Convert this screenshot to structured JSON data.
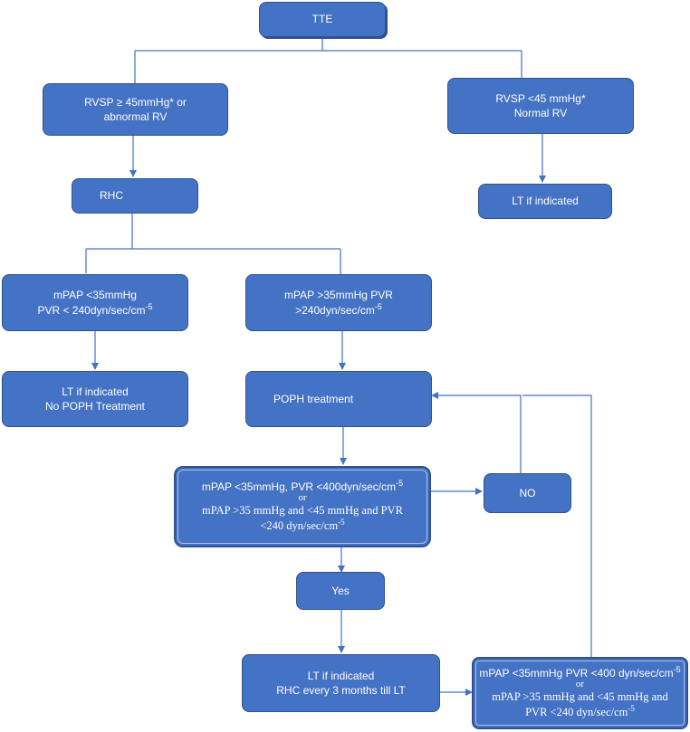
{
  "nodes": {
    "tte": {
      "lines": [
        {
          "text": "TTE"
        }
      ]
    },
    "rvsp_high": {
      "lines": [
        {
          "text": "RVSP ≥ 45mmHg* or"
        },
        {
          "text": "abnormal RV"
        }
      ]
    },
    "rvsp_low": {
      "lines": [
        {
          "text": "RVSP <45 mmHg*"
        },
        {
          "text": "Normal RV"
        }
      ]
    },
    "lt_indicated_1": {
      "lines": [
        {
          "text": "LT if indicated"
        }
      ]
    },
    "rhc": {
      "lines": [
        {
          "text": "RHC"
        }
      ]
    },
    "mpap_low": {
      "lines": [
        {
          "text": "mPAP <35mmHg"
        },
        {
          "text": "PVR < 240dyn/sec/cm",
          "sup": "-5"
        }
      ]
    },
    "mpap_high": {
      "lines": [
        {
          "text": "mPAP >35mmHg PVR"
        },
        {
          "text": ">240dyn/sec/cm",
          "sup": "-5"
        }
      ]
    },
    "lt_no_poph": {
      "lines": [
        {
          "text": "LT if indicated"
        },
        {
          "text": "No POPH Treatment"
        }
      ]
    },
    "poph_treatment": {
      "lines": [
        {
          "text": "POPH treatment"
        }
      ]
    },
    "criteria_1": {
      "lines": [
        {
          "text": "mPAP <35mmHg, PVR <400dyn/sec/cm",
          "sup": "-5"
        },
        {
          "text": "or",
          "kind": "or"
        },
        {
          "text": "mPAP >35 mmHg and <45 mmHg and PVR",
          "kind": "alt"
        },
        {
          "text": "<240 dyn/sec/cm",
          "sup": "-5",
          "kind": "alt"
        }
      ]
    },
    "no": {
      "lines": [
        {
          "text": "NO"
        }
      ]
    },
    "yes": {
      "lines": [
        {
          "text": "Yes"
        }
      ]
    },
    "lt_rhc_monitor": {
      "lines": [
        {
          "text": "LT if indicated"
        },
        {
          "text": "RHC every 3 months till LT"
        }
      ]
    },
    "criteria_2": {
      "lines": [
        {
          "text": "mPAP <35mmHg PVR <400 dyn/sec/cm",
          "sup": "-5"
        },
        {
          "text": "or",
          "kind": "or"
        },
        {
          "text": "mPAP >35 mmHg and <45 mmHg and",
          "kind": "alt"
        },
        {
          "text": "PVR <240 dyn/sec/cm",
          "sup": "-5",
          "kind": "alt"
        }
      ]
    }
  },
  "colors": {
    "box_fill": "#4472c4",
    "box_border": "#2f528f",
    "connector": "#4472c4",
    "text": "#ffffff"
  }
}
